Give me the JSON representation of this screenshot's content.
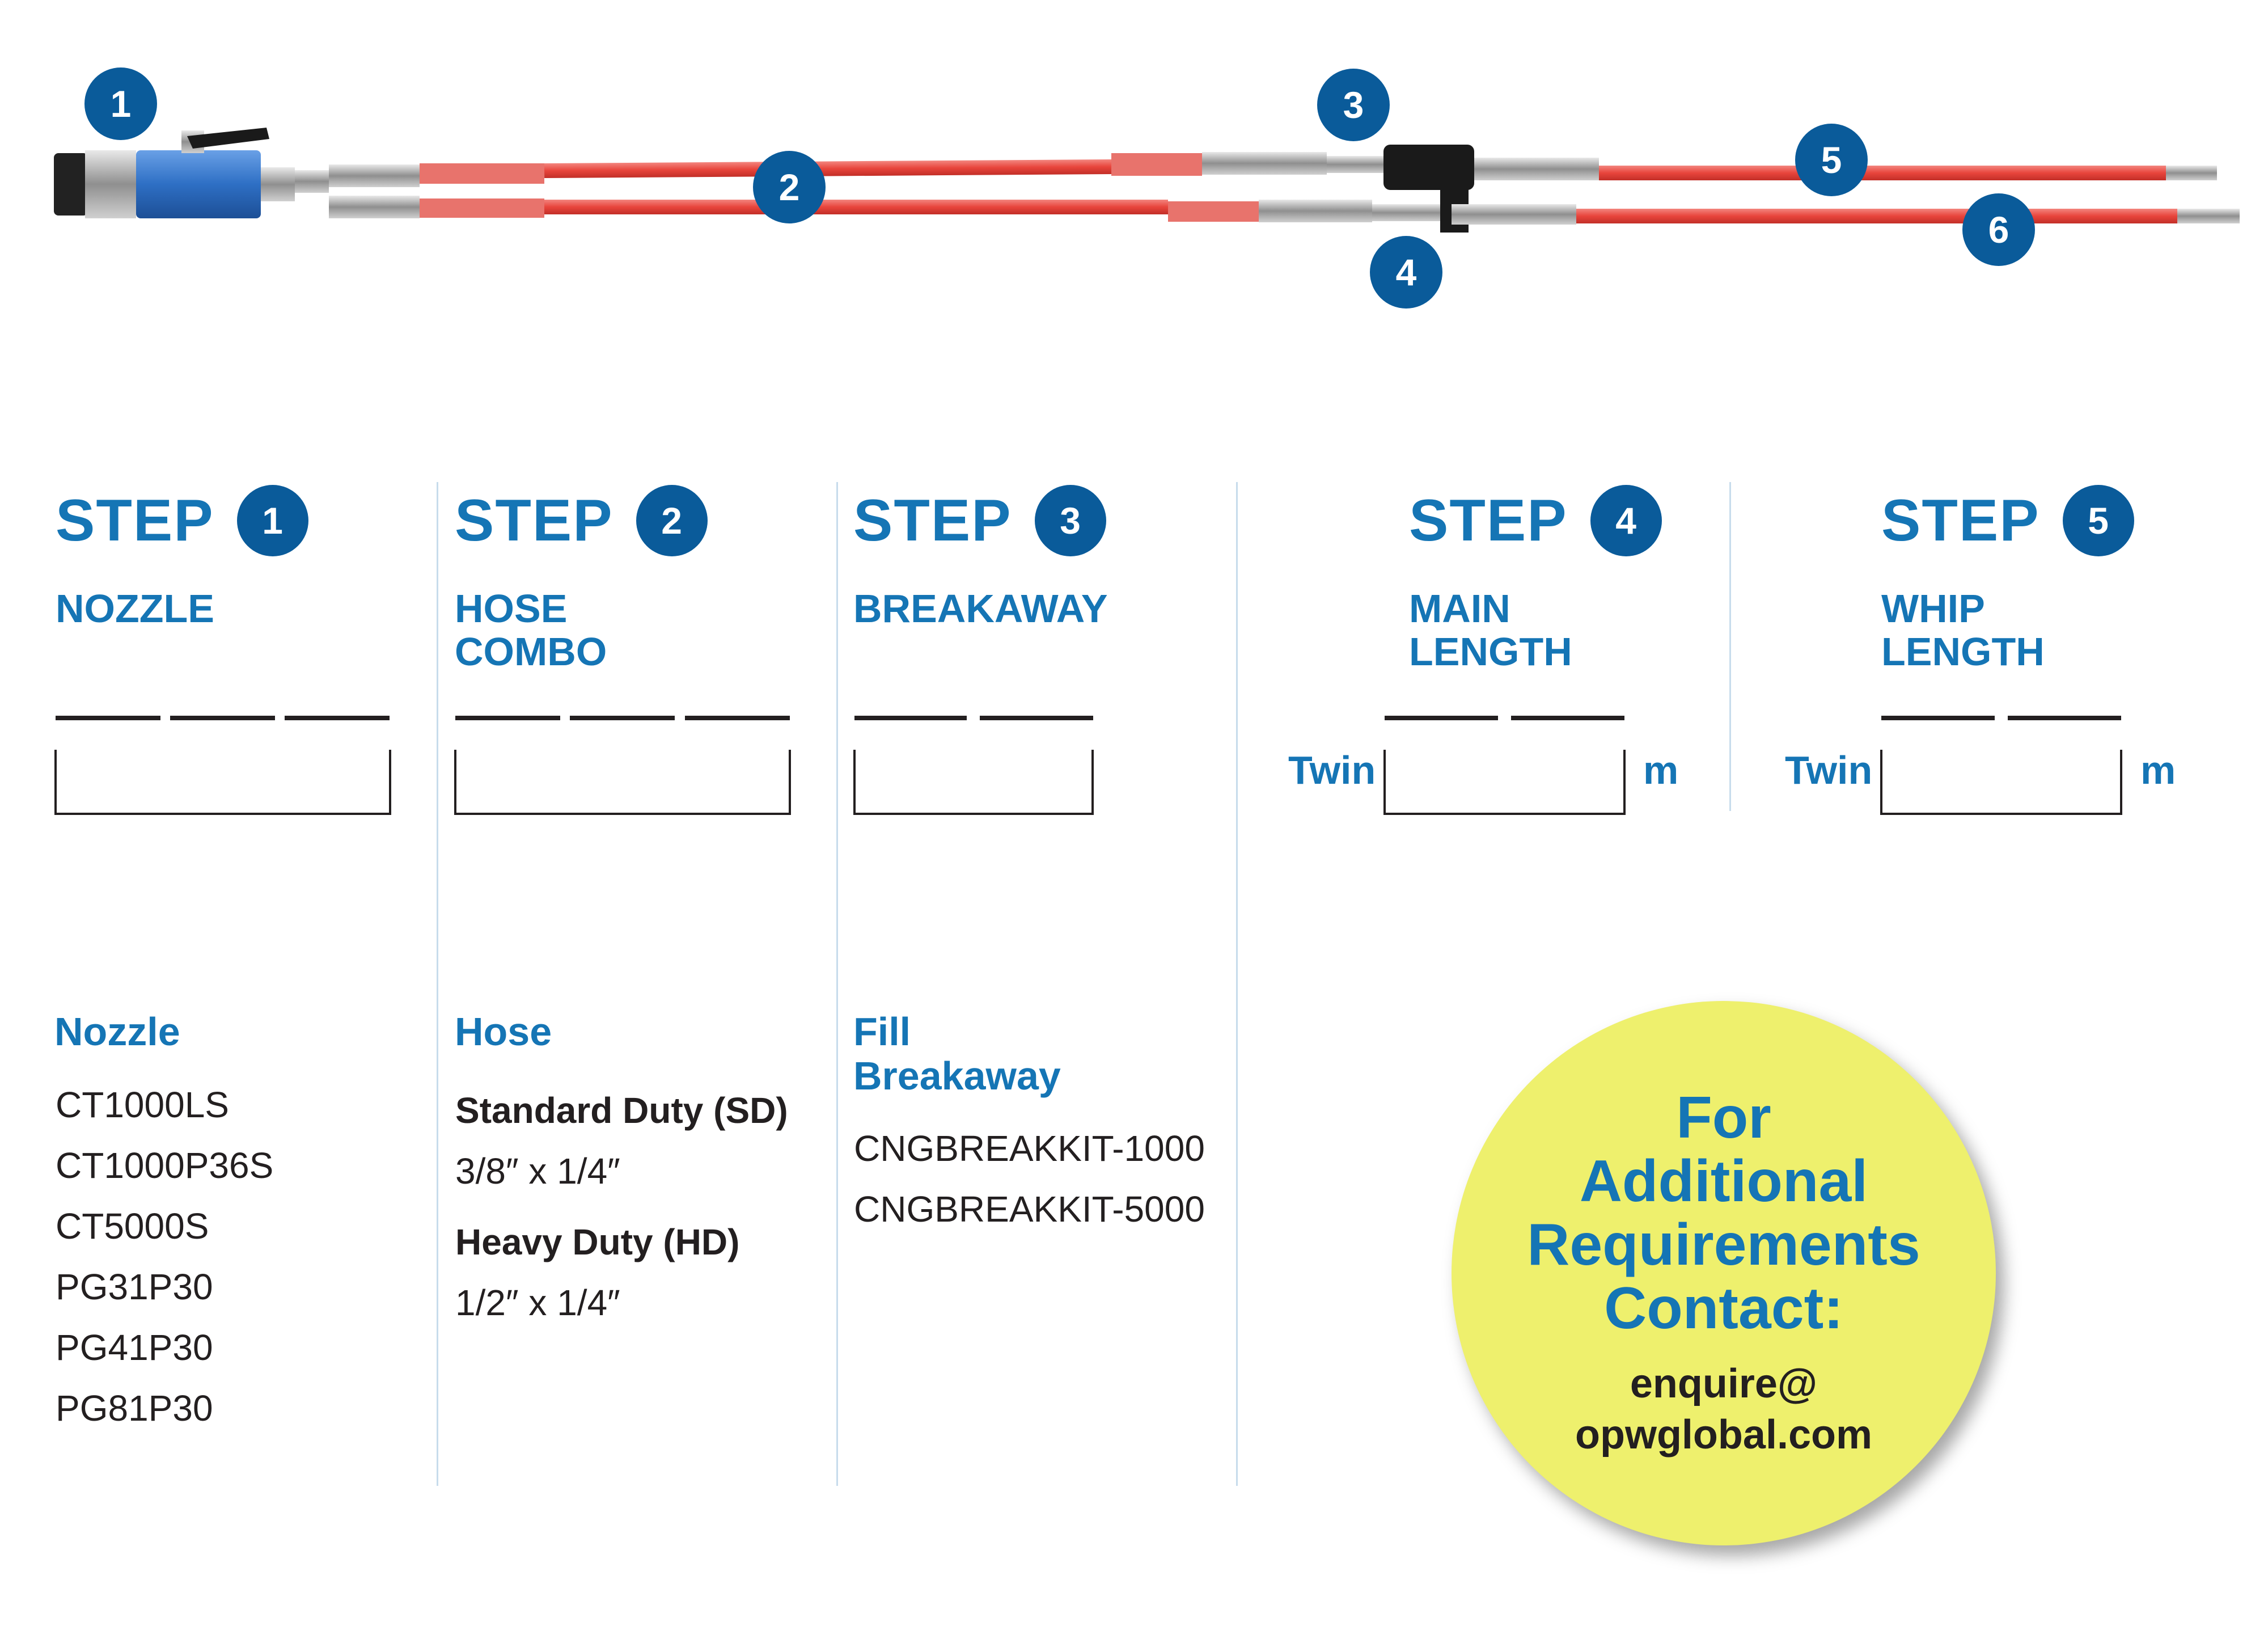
{
  "diagram": {
    "callouts": [
      "1",
      "2",
      "3",
      "4",
      "5",
      "6"
    ]
  },
  "steps": [
    {
      "word": "STEP",
      "number": "1",
      "label": "NOZZLE"
    },
    {
      "word": "STEP",
      "number": "2",
      "label": "HOSE\nCOMBO"
    },
    {
      "word": "STEP",
      "number": "3",
      "label": "BREAKAWAY"
    },
    {
      "word": "STEP",
      "number": "4",
      "label": "MAIN\nLENGTH",
      "prefix": "Twin",
      "unit": "m"
    },
    {
      "word": "STEP",
      "number": "5",
      "label": "WHIP\nLENGTH",
      "prefix": "Twin",
      "unit": "m"
    }
  ],
  "nozzle": {
    "heading": "Nozzle",
    "items": [
      "CT1000LS",
      "CT1000P36S",
      "CT5000S",
      "PG31P30",
      "PG41P30",
      "PG81P30"
    ]
  },
  "hose": {
    "heading": "Hose",
    "specs": [
      {
        "title": "Standard Duty (SD)",
        "value": "3/8″ x 1/4″"
      },
      {
        "title": "Heavy Duty (HD)",
        "value": "1/2″ x 1/4″"
      }
    ]
  },
  "breakaway": {
    "heading": "Fill\nBreakaway",
    "items": [
      "CNGBREAKKIT-1000",
      "CNGBREAKKIT-5000"
    ]
  },
  "contact": {
    "heading": "For\nAdditional\nRequirements\nContact:",
    "email": "enquire@\nopwglobal.com"
  },
  "colors": {
    "brand_blue": "#1575b5",
    "badge_blue": "#0a5b9a",
    "hose_red": "#e8453c",
    "nozzle_blue": "#2e6fc4",
    "bubble_yellow": "#eef06d"
  }
}
